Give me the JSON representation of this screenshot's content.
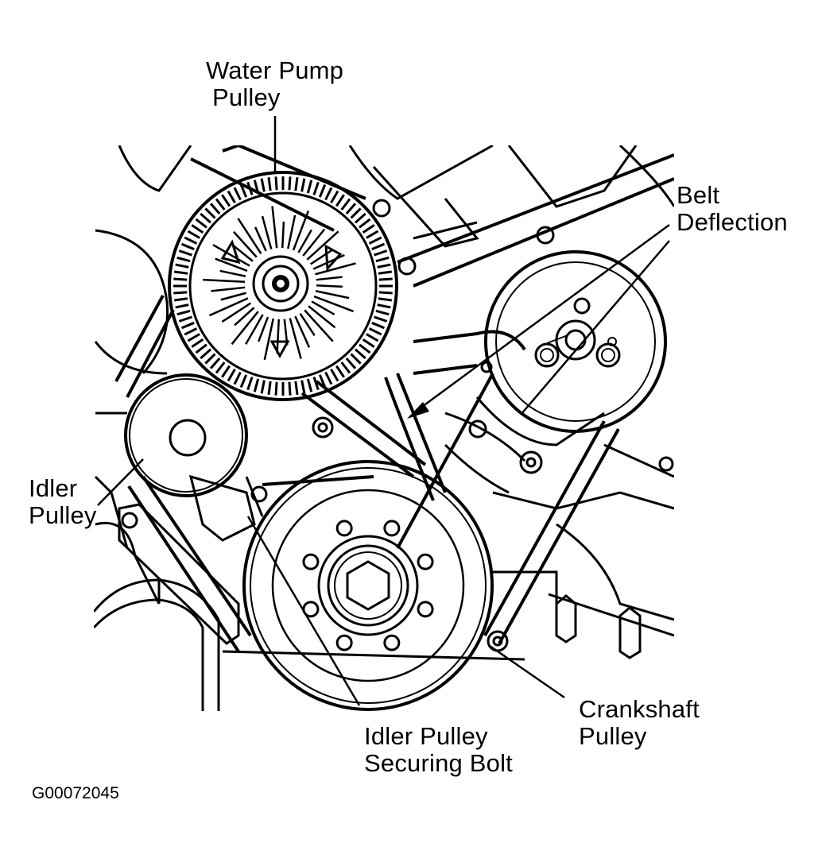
{
  "labels": {
    "water_pump_pulley": [
      "Water Pump",
      "Pulley"
    ],
    "belt_deflection": [
      "Belt",
      "Deflection"
    ],
    "idler_pulley": [
      "Idler",
      "Pulley"
    ],
    "idler_pulley_securing_bolt": [
      "Idler Pulley",
      "Securing Bolt"
    ],
    "crankshaft_pulley": [
      "Crankshaft",
      "Pulley"
    ]
  },
  "figure_id": "G00072045"
}
